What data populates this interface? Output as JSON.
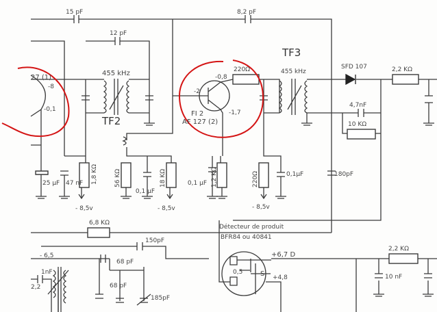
{
  "labels": {
    "c_15pf": "15 pF",
    "c_82pf": "8,2 pF",
    "c_12pf": "12 pF",
    "tf2_freq": "455 kHz",
    "tf2_name": "TF2",
    "tf3_name": "TF3",
    "tf3_freq": "455 kHz",
    "q1_ref": "27 (1)",
    "q1_v1": "-8",
    "q1_v2": "-0,1",
    "c_25uf": "25 µF",
    "c_47nf": "47 nF",
    "r_18k_a": "1,8 KΩ",
    "vneg1": "- 8,5v",
    "r_56k": "56 KΩ",
    "c_01uf_a": "0,1 µF",
    "r_18k_b": "18 KΩ",
    "vneg2": "- 8,5v",
    "q2_v_b": "-2",
    "q2_v_e": "-0,8",
    "q2_v_c": "-1,7",
    "q2_name": "FI 2",
    "q2_ref": "AF 127 (2)",
    "r_220_a": "220Ω",
    "c_01uf_b": "0,1 µF",
    "r_12k": "1,2 KΩ",
    "r_220_b": "220Ω",
    "vneg3": "- 8,5v",
    "c_01uf_c": "0,1µF",
    "c_180pf": "180pF",
    "diode": "SFD 107",
    "c_47nf_b": "4,7nF",
    "r_10k": "10 KΩ",
    "r_22k_a": "2,2 KΩ",
    "r_68k": "6,8 KΩ",
    "detector_title": "Détecteur de produit",
    "detector_part": "BFR84 ou 40841",
    "c_150pf": "150pF",
    "v_65": "- 6,5",
    "c_68pf_a": "68 pF",
    "c_68pf_b": "68 pF",
    "c_185pf": "185pF",
    "c_1nf": "1nF",
    "v_22": "2,2",
    "fet_d": "+6,7 D",
    "fet_s": "S",
    "fet_v05": "0,5",
    "fet_v48": "+4,8",
    "r_22k_b": "2,2 KΩ",
    "c_10nf": "10 nF"
  },
  "colors": {
    "annotation": "#d41414",
    "ink": "#3a3a3a"
  }
}
